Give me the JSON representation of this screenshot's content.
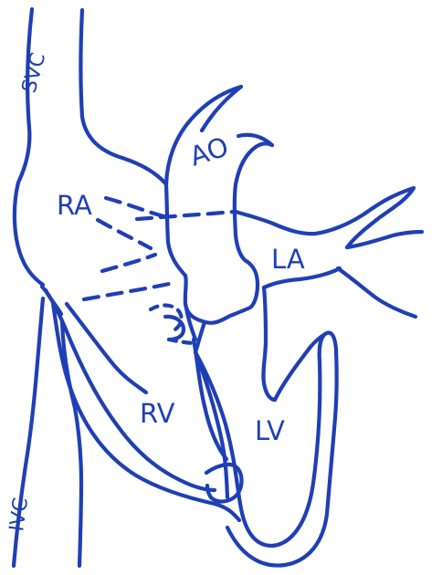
{
  "labels": {
    "svc": "SVC",
    "ao": "AO",
    "ra": "RA",
    "la": "LA",
    "rv": "RV",
    "lv": "LV",
    "ivc": "IVC"
  },
  "colors": {
    "ink": "#1f3fb5",
    "background": "#ffffff"
  }
}
